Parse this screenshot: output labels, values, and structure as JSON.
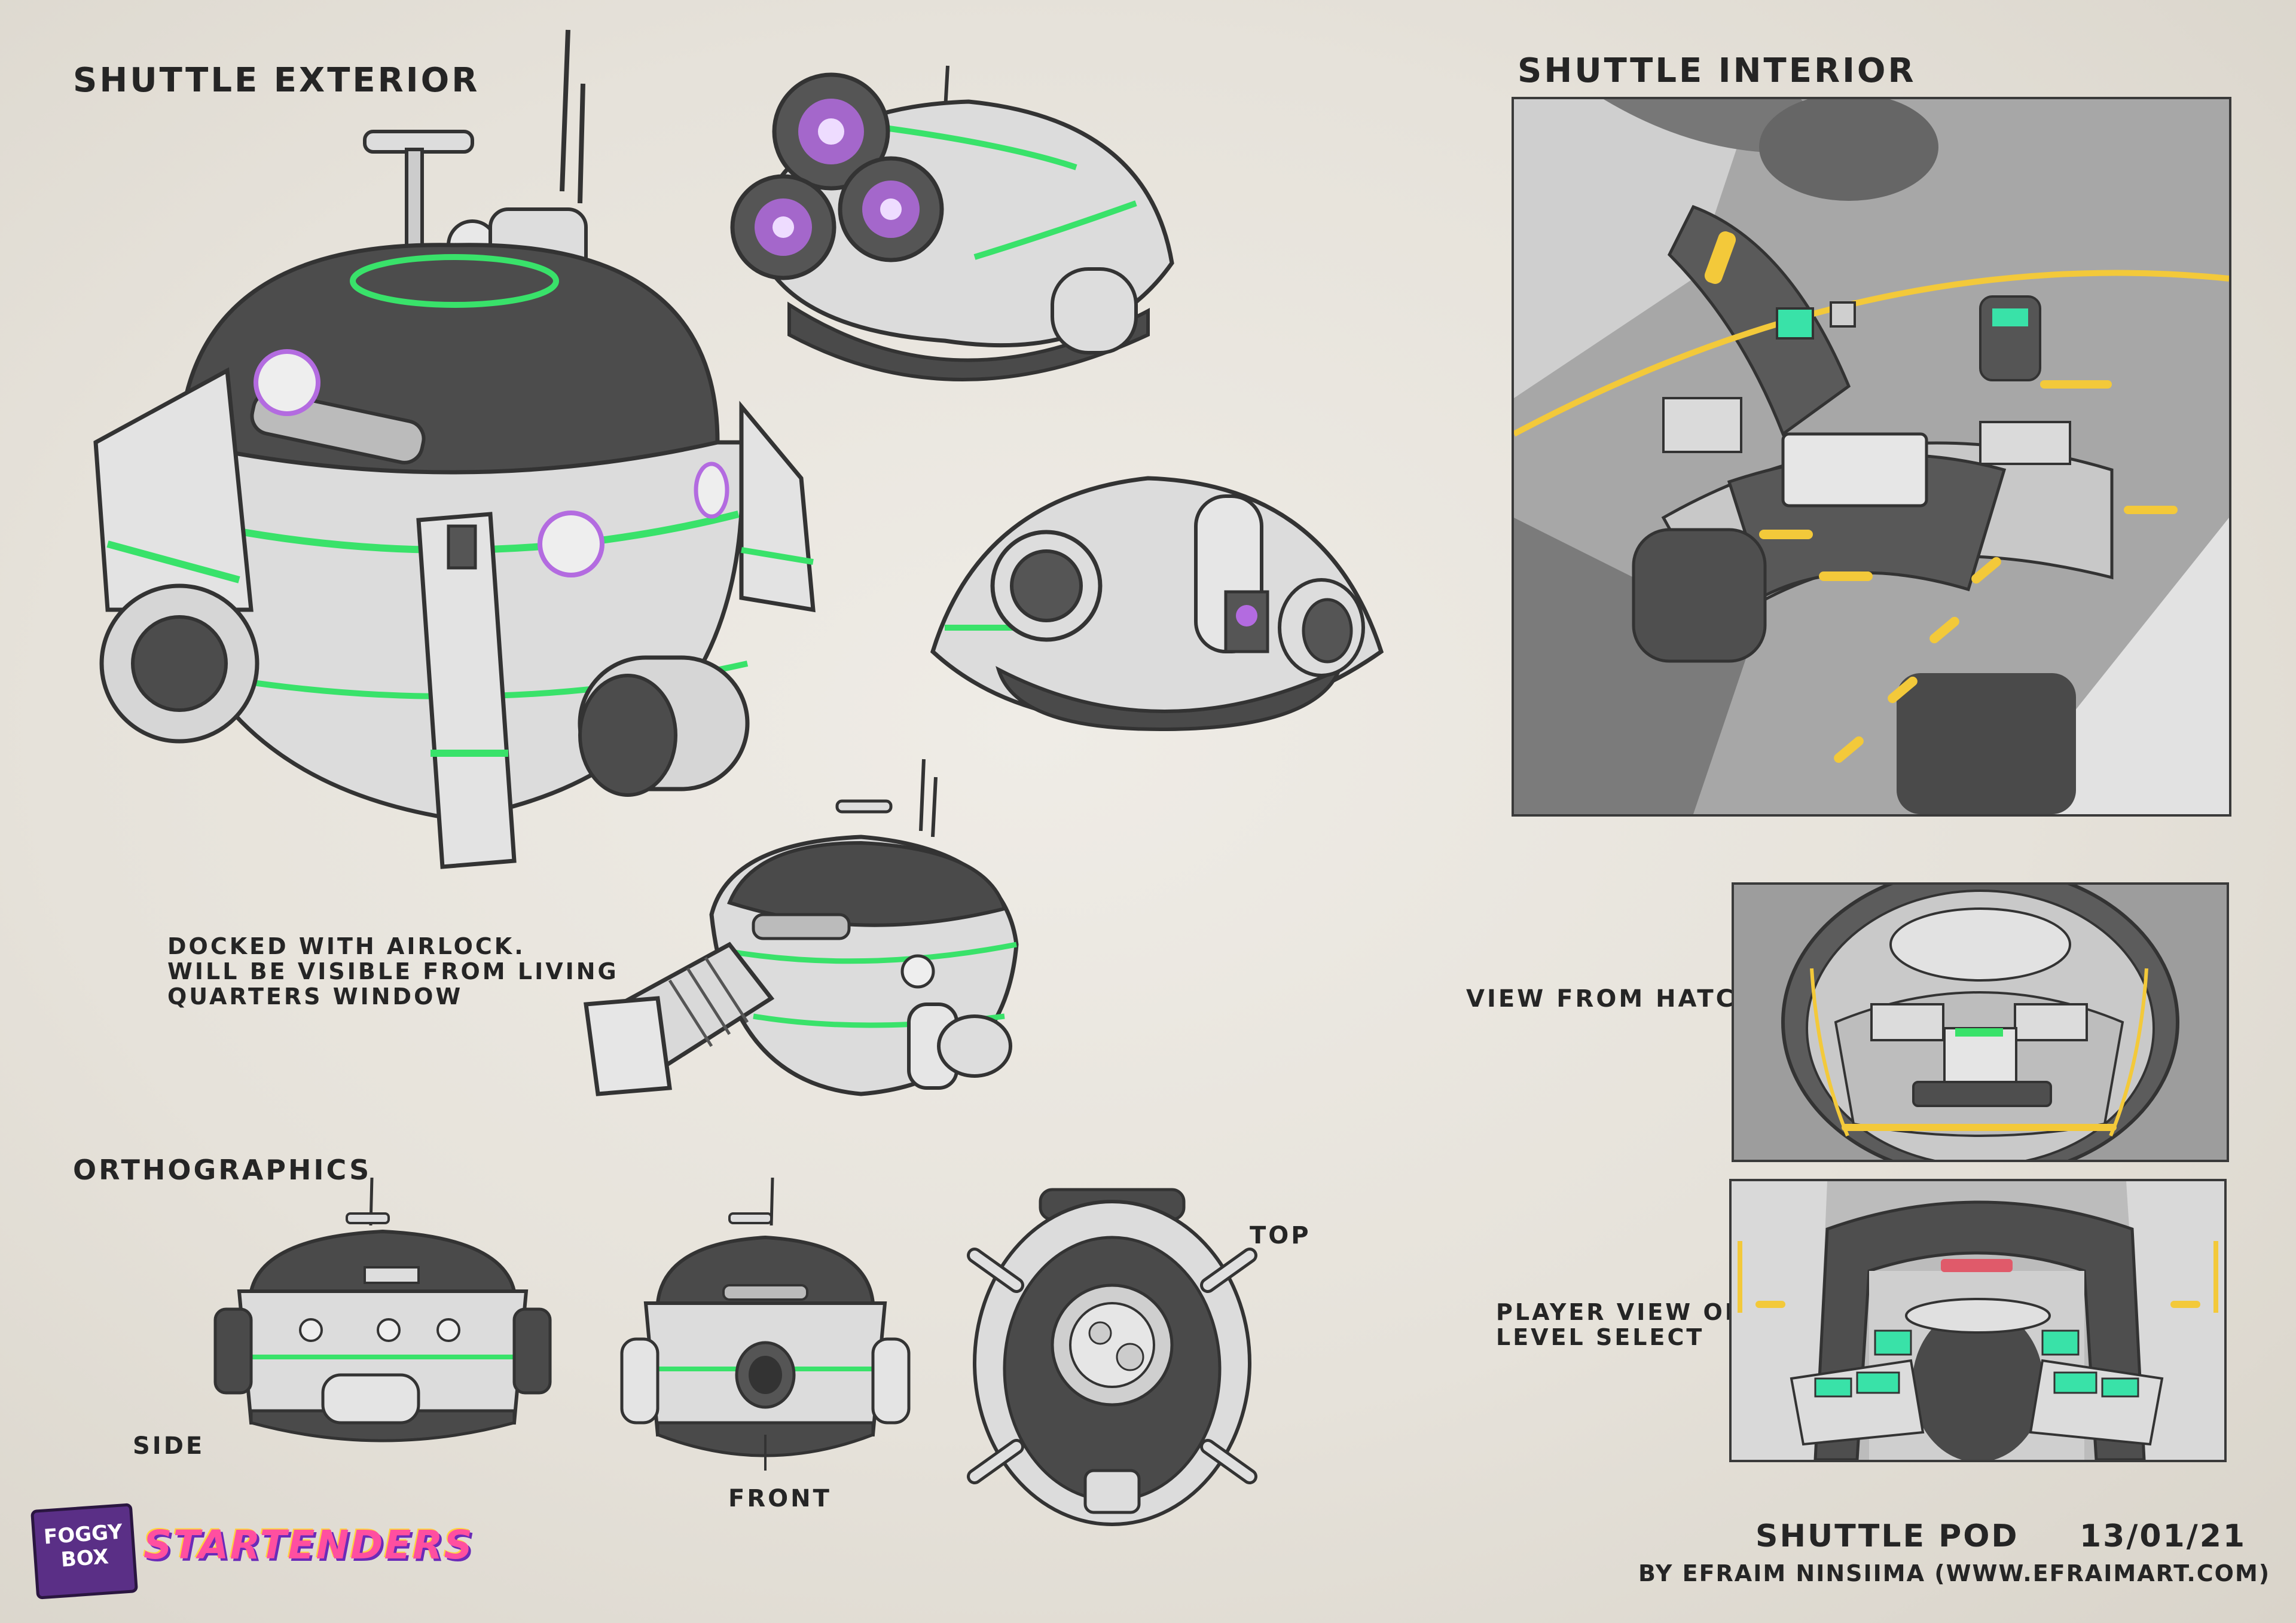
{
  "headings": {
    "exterior": "SHUTTLE EXTERIOR",
    "interior": "SHUTTLE INTERIOR",
    "orthographics": "ORTHOGRAPHICS"
  },
  "notes": {
    "docked": "DOCKED WITH AIRLOCK.\nWILL BE VISIBLE FROM LIVING\nQUARTERS WINDOW"
  },
  "view_labels": {
    "side": "SIDE",
    "front": "FRONT",
    "top": "TOP",
    "hatch": "VIEW FROM HATCH",
    "level_select": "PLAYER VIEW OF\nLEVEL SELECT"
  },
  "footer": {
    "title": "SHUTTLE POD",
    "date": "13/01/21",
    "credit": "BY EFRAIM NINSIIMA (WWW.EFRAIMART.COM)"
  },
  "logos": {
    "studio": "FOGGY BOX",
    "game": "STARTENDERS"
  },
  "colors": {
    "accent_green": "#39e26a",
    "accent_yellow": "#f3c93a",
    "accent_purple": "#b36be0",
    "hull_light": "#e3e3e3",
    "hull_dark": "#4c4c4c"
  }
}
